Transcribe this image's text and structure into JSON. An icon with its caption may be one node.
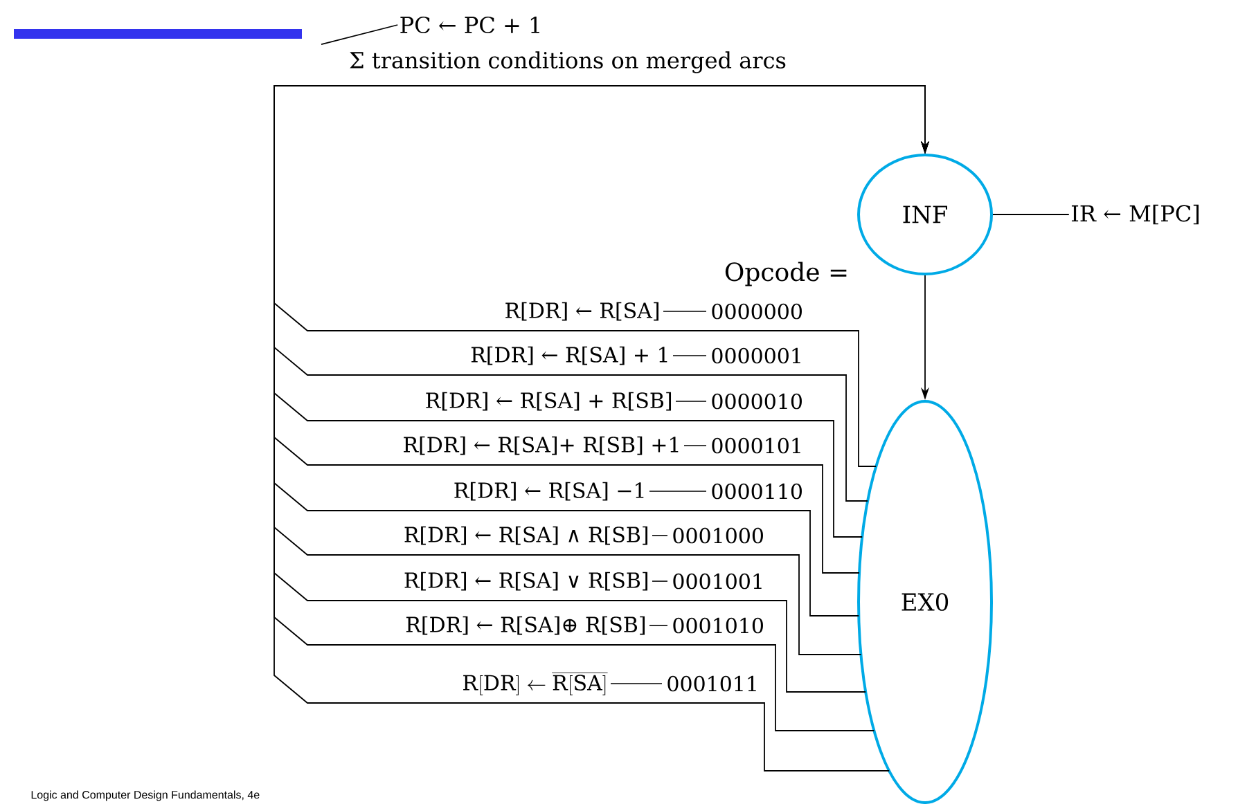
{
  "diagram": {
    "nodes": [
      {
        "text": [
          "INF"
        ]
      },
      {
        "text": [
          "EX0"
        ]
      },
      {
        "text": [
          "PC ← PC + 1"
        ]
      },
      {
        "text": [
          "IR ← M[PC]"
        ]
      }
    ],
    "edges": [
      {
        "from": 0,
        "to": 1,
        "arrow": "to"
      },
      {
        "from": 1,
        "to": 0,
        "arrow": "to",
        "label": "0000000"
      },
      {
        "from": 1,
        "to": 0,
        "arrow": "to",
        "label": "0000001"
      },
      {
        "from": 1,
        "to": 0,
        "arrow": "to",
        "label": "0000010"
      },
      {
        "from": 1,
        "to": 0,
        "arrow": "to",
        "label": "0000101"
      },
      {
        "from": 1,
        "to": 0,
        "arrow": "to",
        "label": "0000110"
      },
      {
        "from": 1,
        "to": 0,
        "arrow": "to",
        "label": "0001000"
      },
      {
        "from": 1,
        "to": 0,
        "arrow": "to",
        "label": "0001001"
      },
      {
        "from": 1,
        "to": 0,
        "arrow": "to",
        "label": "0001010"
      },
      {
        "from": 1,
        "to": 0,
        "arrow": "to",
        "label": "0001011"
      },
      {
        "from": 0,
        "to": 3,
        "arrow": "none"
      },
      {
        "from": 2,
        "to": null,
        "arrow": "none"
      }
    ],
    "labels": [
      "Σ transition conditions on merged arcs",
      "Opcode =",
      "R[DR] ← R[SA]",
      "R[DR] ← R[SA] + 1",
      "R[DR] ← R[SA] + R[SB]",
      "R[DR] ← R[SA]+ R[SB] +1",
      "R[DR] ← R[SA] −1",
      "R[DR] ← R[SA] ∧ R[SB]",
      "R[DR] ← R[SA] ∨ R[SB]",
      "R[DR] ← R[SA]⊕ R[SB]",
      "\\mathrm{R[DR]} \\leftarrow \\overline{\\mathrm{R[SA]}}",
      "Logic and Computer Design Fundamentals, 4e"
    ]
  }
}
